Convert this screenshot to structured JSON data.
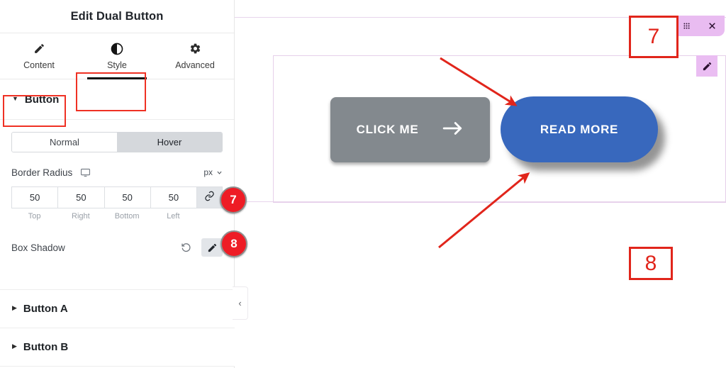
{
  "panel": {
    "title": "Edit Dual Button",
    "tabs": [
      {
        "label": "Content",
        "icon": "pencil-icon",
        "active": false
      },
      {
        "label": "Style",
        "icon": "contrast-icon",
        "active": true
      },
      {
        "label": "Advanced",
        "icon": "gear-icon",
        "active": false
      }
    ],
    "sections": [
      {
        "label": "Button",
        "expanded": true
      },
      {
        "label": "Button A",
        "expanded": false
      },
      {
        "label": "Button B",
        "expanded": false
      }
    ],
    "state_toggle": {
      "options": [
        "Normal",
        "Hover"
      ],
      "selected": "Hover"
    },
    "border_radius": {
      "label": "Border Radius",
      "device_icon": "desktop-monitor-icon",
      "unit": "px",
      "unit_caret": "chevron-down-icon",
      "link_icon": "link-icon",
      "values": [
        "50",
        "50",
        "50",
        "50"
      ],
      "sides": [
        "Top",
        "Right",
        "Bottom",
        "Left"
      ]
    },
    "box_shadow": {
      "label": "Box Shadow",
      "reset_icon": "reset-icon",
      "edit_icon": "pencil-icon"
    },
    "collapse_icon": "chevron-left-icon"
  },
  "canvas": {
    "widget_toolbar": [
      "plus-icon",
      "drag-handle-icon",
      "close-icon"
    ],
    "column_handle_icon": "pencil-icon",
    "buttons": [
      {
        "label": "CLICK ME",
        "icon": "arrow-right-icon",
        "color": "#83898e",
        "radius": "8px"
      },
      {
        "label": "READ MORE",
        "icon": "",
        "color": "#3868bd",
        "radius": "50px"
      }
    ]
  },
  "annotations": [
    {
      "number": "7"
    },
    {
      "number": "8"
    }
  ],
  "badges": [
    {
      "number": "7"
    },
    {
      "number": "8"
    }
  ],
  "colors": {
    "accent_red": "#e1251b",
    "badge_red": "#ee1c25",
    "button_blue": "#3868bd",
    "button_gray": "#83898e",
    "widget_purple": "#e9bcf1"
  }
}
